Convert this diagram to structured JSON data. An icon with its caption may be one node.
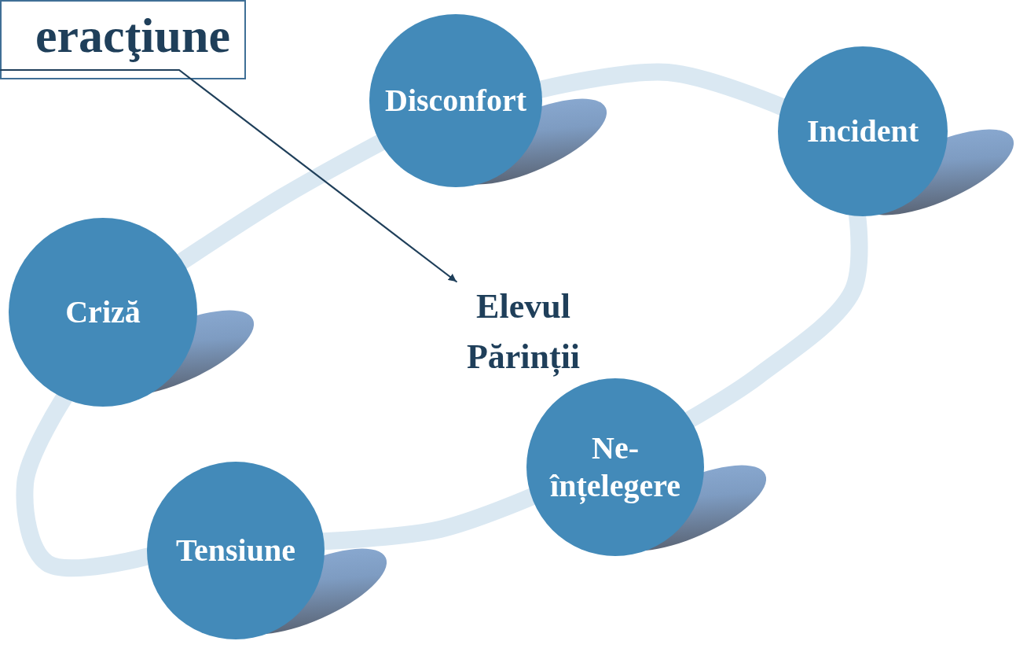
{
  "diagram": {
    "nodes": [
      {
        "text": [
          "eracţiune"
        ]
      },
      {
        "text": [
          "Disconfort"
        ]
      },
      {
        "text": [
          "Incident"
        ]
      },
      {
        "text": [
          "Criză"
        ]
      },
      {
        "text": [
          "Elevul Părinții"
        ]
      },
      {
        "text": [
          "Ne- înțelegere"
        ]
      },
      {
        "text": [
          "Tensiune"
        ]
      }
    ],
    "edges": [
      {
        "from": 0,
        "to": 4,
        "arrow": "to",
        "color": "#1f3f5a"
      },
      {
        "from": 3,
        "to": 1,
        "arrow": "none"
      },
      {
        "from": 1,
        "to": 2,
        "arrow": "none"
      },
      {
        "from": 2,
        "to": 5,
        "arrow": "none"
      },
      {
        "from": 5,
        "to": 6,
        "arrow": "none"
      },
      {
        "from": 6,
        "to": 3,
        "arrow": "none"
      }
    ]
  }
}
